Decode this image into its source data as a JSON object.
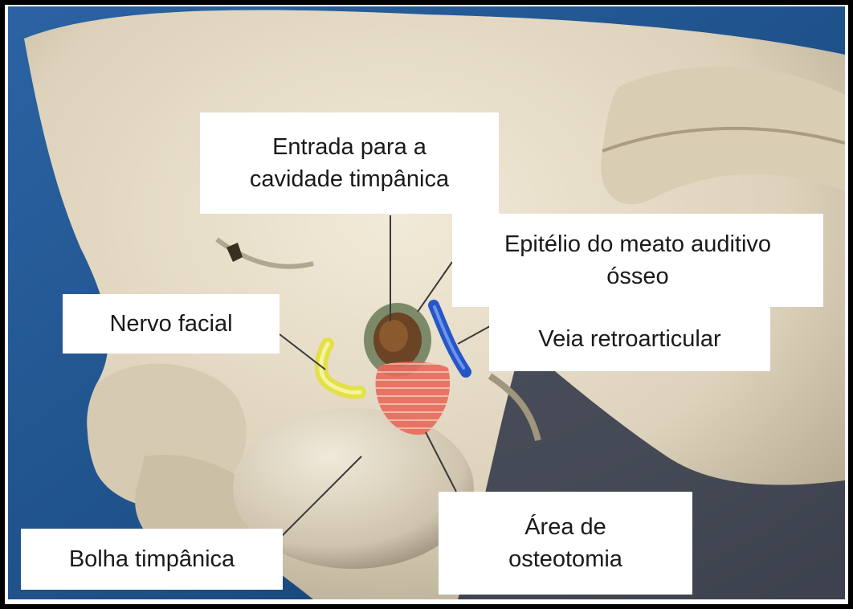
{
  "labels": {
    "entrada": {
      "line1": "Entrada para a",
      "line2": "cavidade timpânica"
    },
    "epitelio": {
      "line1": "Epitélio do meato auditivo",
      "line2": "ósseo"
    },
    "nervo": {
      "line1": "Nervo facial"
    },
    "veia": {
      "line1": "Veia retroarticular"
    },
    "bolha": {
      "line1": "Bolha timpânica"
    },
    "area": {
      "line1": "Área de",
      "line2": "osteotomia"
    }
  },
  "colors": {
    "background_blue": "#1d4f86",
    "bone": "#ddd2bb",
    "bone_shadow": "#a89d85",
    "facial_nerve": "#e3e04a",
    "retroarticular_vein": "#2456c8",
    "meatus_epithelium": "#7c8a6a",
    "osteotomy_area": "#e76a5a",
    "leader_line": "#3a3a3a"
  },
  "icons": [
    "skull-photo"
  ]
}
